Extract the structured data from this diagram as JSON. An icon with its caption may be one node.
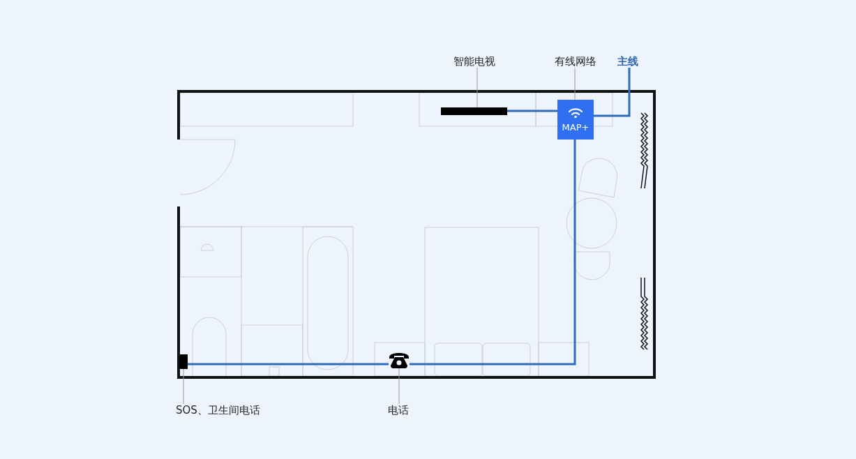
{
  "diagram": {
    "nodes": [
      {
        "text": [
          "智能电视"
        ]
      },
      {
        "text": [],
        "shape": "bar"
      },
      {
        "text": [
          "有线网络"
        ]
      },
      {
        "text": [
          "MAP+"
        ]
      },
      {
        "text": [
          "主线"
        ]
      },
      {
        "text": [
          "SOS、卫生间电话"
        ]
      },
      {
        "text": [],
        "shape": "bar"
      },
      {
        "text": [],
        "shape": "picture"
      },
      {
        "text": [
          "电话"
        ]
      }
    ],
    "edges": [
      {
        "from": 0,
        "to": 1,
        "arrow": "none",
        "color": "#9a9a9a"
      },
      {
        "from": 1,
        "to": 3,
        "arrow": "none",
        "color": "#2f6bb8",
        "style": "thick"
      },
      {
        "from": 2,
        "to": 3,
        "arrow": "none",
        "color": "#9a9a9a"
      },
      {
        "from": 4,
        "to": 3,
        "arrow": "none",
        "color": "#2f6bb8",
        "style": "thick"
      },
      {
        "from": 3,
        "to": 7,
        "arrow": "none",
        "color": "#2f6bb8",
        "style": "thick"
      },
      {
        "from": 7,
        "to": 6,
        "arrow": "none",
        "color": "#2f6bb8",
        "style": "thick"
      },
      {
        "from": 6,
        "to": 5,
        "arrow": "none",
        "color": "#9a9a9a"
      },
      {
        "from": 7,
        "to": 8,
        "arrow": "none",
        "color": "#9a9a9a"
      }
    ]
  }
}
